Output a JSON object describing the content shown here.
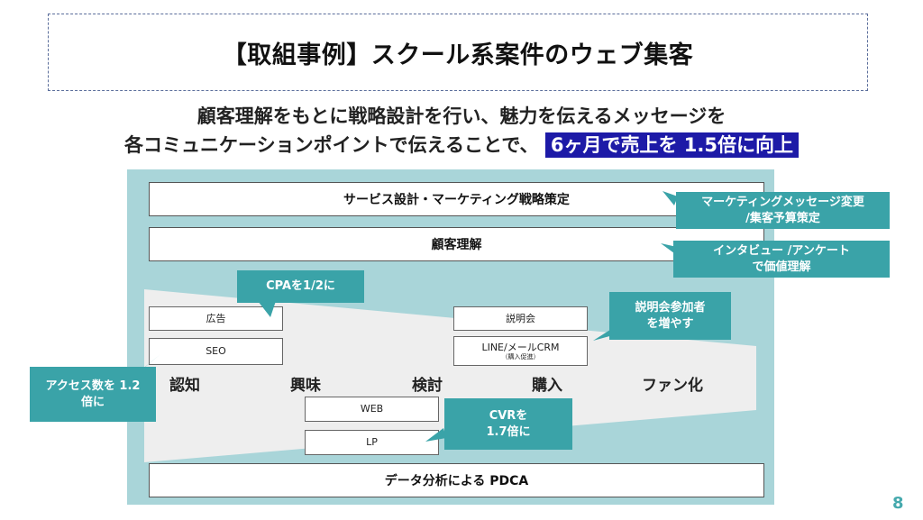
{
  "title": "【取組事例】スクール系案件のウェブ集客",
  "subtitle": {
    "line1": "顧客理解をもとに戦略設計を行い、魅力を伝えるメッセージを",
    "line2": "各コミュニケーションポイントで伝えることで、",
    "highlight": "6ヶ月で売上を 1.5倍に向上"
  },
  "bars": {
    "strategy": "サービス設計・マーケティング戦略策定",
    "customer": "顧客理解",
    "pdca": "データ分析による PDCA"
  },
  "stages": [
    "認知",
    "興味",
    "検討",
    "購入",
    "ファン化"
  ],
  "boxes": {
    "ad": "広告",
    "seo": "SEO",
    "briefing": "説明会",
    "line_crm": "LINE/メールCRM",
    "line_crm_note": "（購入促進）",
    "web": "WEB",
    "lp": "LP"
  },
  "callouts": {
    "marketing_message_1": "マーケティングメッセージ変更",
    "marketing_message_2": "/集客予算策定",
    "interview_1": "インタビュー /アンケート",
    "interview_2": "で価値理解",
    "cpa": "CPAを1/2に",
    "attendees_1": "説明会参加者",
    "attendees_2": "を増やす",
    "access_1": "アクセス数を 1.2",
    "access_2": "倍に",
    "cvr_1": "CVRを",
    "cvr_2": "1.7倍に"
  },
  "page_number": "8",
  "colors": {
    "panel": "#a9d5d9",
    "funnel": "#eeeeee",
    "callout": "#3aa3a8",
    "highlight": "#1d1aa7",
    "title_border": "#5b6e9b"
  }
}
